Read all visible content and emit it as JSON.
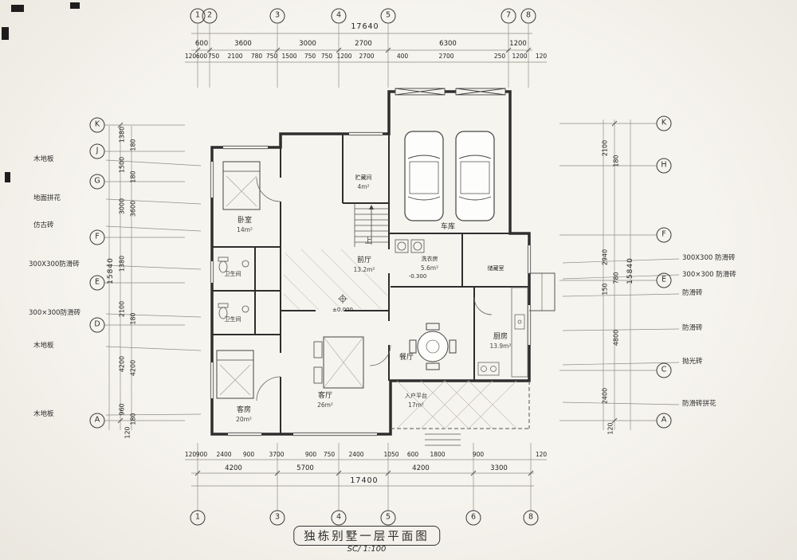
{
  "title": {
    "main": "独栋别墅一层平面图",
    "scale": "SC/ 1:100"
  },
  "axes": {
    "top": [
      "1",
      "2",
      "3",
      "4",
      "5",
      "7",
      "8"
    ],
    "bottom": [
      "1",
      "3",
      "4",
      "5",
      "6",
      "8"
    ],
    "left": [
      "K",
      "J",
      "G",
      "F",
      "E",
      "D",
      "A"
    ],
    "right": [
      "K",
      "H",
      "F",
      "E",
      "C",
      "A"
    ]
  },
  "dims": {
    "top_total": "17640",
    "top_major": [
      "600",
      "3600",
      "3000",
      "2700",
      "6300",
      "1200"
    ],
    "top_minor": [
      "120",
      "600",
      "750",
      "2100",
      "780",
      "750",
      "1500",
      "750",
      "750",
      "1200",
      "2700",
      "400",
      "2700",
      "250",
      "1200",
      "120"
    ],
    "bottom_minor": [
      "120",
      "900",
      "2400",
      "900",
      "3700",
      "900",
      "750",
      "2400",
      "1050",
      "600",
      "1800",
      "900",
      "120"
    ],
    "bottom_major": [
      "4200",
      "5700",
      "4200",
      "3300"
    ],
    "bottom_total": "17400",
    "left": [
      "1380",
      "180",
      "1500",
      "180",
      "3000",
      "3600",
      "1380",
      "15840",
      "2100",
      "180",
      "4200",
      "4200",
      "960",
      "180",
      "120"
    ],
    "right": [
      "2100",
      "180",
      "2940",
      "780",
      "150",
      "4800",
      "2400",
      "15840",
      "120"
    ]
  },
  "annotations": {
    "left": [
      "木地板",
      "地面拼花",
      "仿古砖",
      "300X300防滑砖",
      "300×300防滑砖",
      "木地板",
      "木地板"
    ],
    "right": [
      "300X300 防滑砖",
      "300×300 防滑砖",
      "防滑砖",
      "防滑砖",
      "抛光砖",
      "防滑砖拼花"
    ]
  },
  "rooms": [
    {
      "name": "卧室",
      "area": "14m²"
    },
    {
      "name": "贮藏间",
      "area": "4m²"
    },
    {
      "name": "车库",
      "area": ""
    },
    {
      "name": "前厅",
      "area": "13.2m²"
    },
    {
      "name": "洗衣房",
      "area": "5.6m²"
    },
    {
      "name": "储藏室",
      "area": ""
    },
    {
      "name": "厨房",
      "area": "13.9m²"
    },
    {
      "name": "餐厅",
      "area": ""
    },
    {
      "name": "客厅",
      "area": "26m²"
    },
    {
      "name": "客房",
      "area": "20m²"
    },
    {
      "name": "卫生间",
      "area": ""
    },
    {
      "name": "卫生间",
      "area": ""
    },
    {
      "name": "入户平台",
      "area": "17m²"
    }
  ],
  "plan_marks": {
    "stair_up": "上",
    "lvl_zero": "±0.000",
    "lvl_minus": "-0.300"
  }
}
